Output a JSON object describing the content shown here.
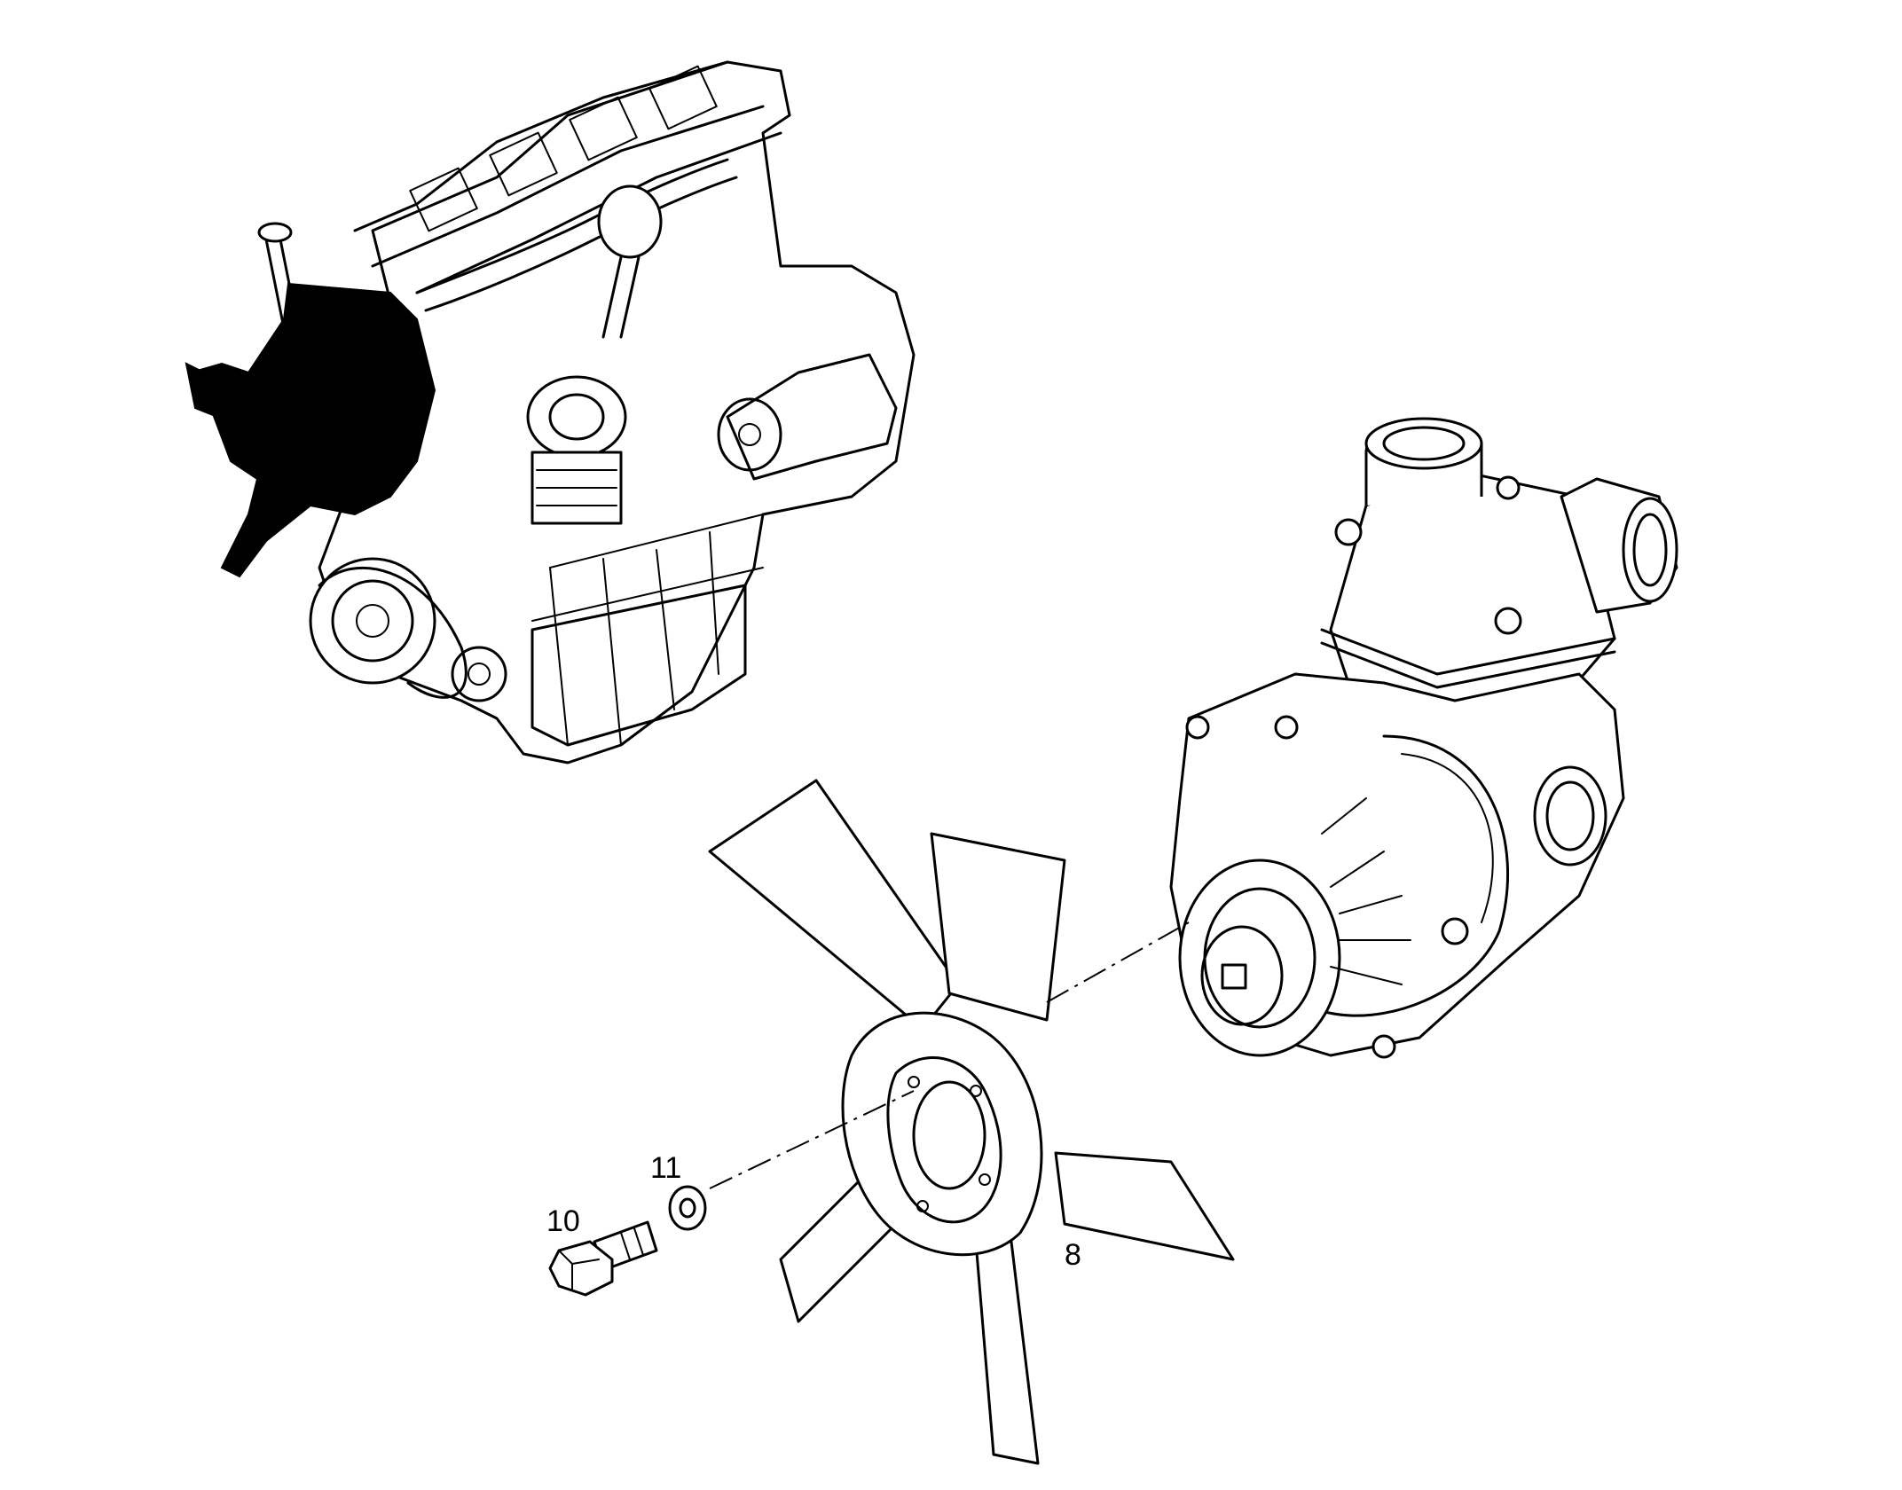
{
  "callouts": {
    "fan": "8",
    "bolt": "10",
    "washer": "11"
  },
  "colors": {
    "line": "#000000",
    "background": "#ffffff"
  }
}
